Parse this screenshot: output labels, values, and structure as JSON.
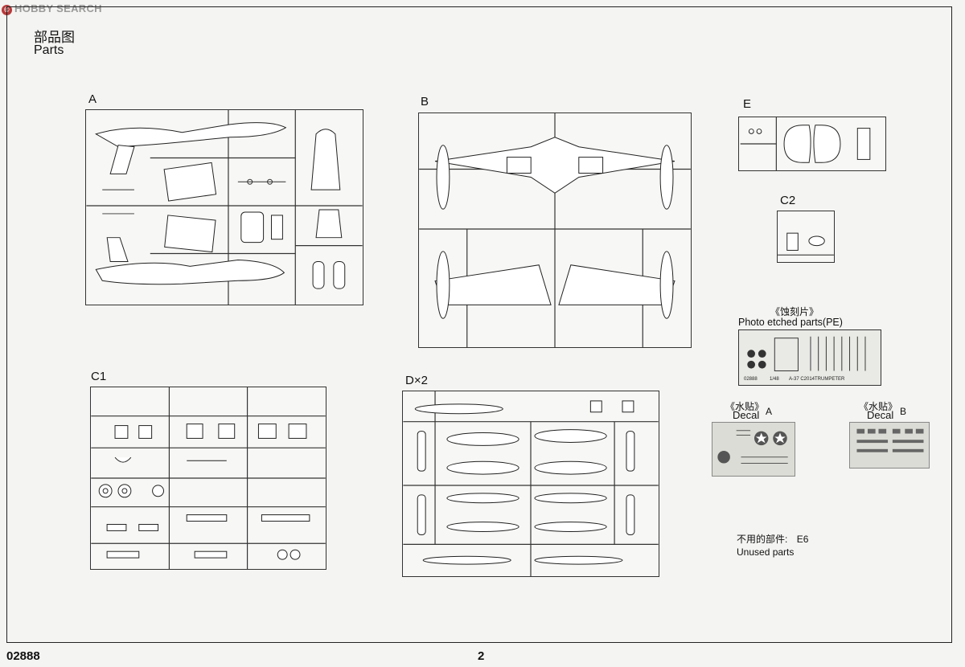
{
  "watermark": {
    "text": "HOBBY SEARCH",
    "logo": "©"
  },
  "header": {
    "title_cn": "部品图",
    "title_en": "Parts"
  },
  "sprues": {
    "a": "A",
    "b": "B",
    "c1": "C1",
    "d": "D×2",
    "e": "E",
    "c2": "C2"
  },
  "pe": {
    "label_cn": "《蚀刻片》",
    "label_en": "Photo etched parts(PE)",
    "plate_text_left": "02888",
    "plate_text_mid": "1/48",
    "plate_text_right": "A-37 C2014TRUMPETER"
  },
  "decals": {
    "a": {
      "label_cn": "《水贴》",
      "label_en": "Decal",
      "letter": "A"
    },
    "b": {
      "label_cn": "《水贴》",
      "label_en": "Decal",
      "letter": "B"
    }
  },
  "unused": {
    "label_cn": "不用的部件:",
    "code": "E6",
    "label_en": "Unused parts"
  },
  "footer": {
    "code": "02888",
    "page": "2"
  },
  "colors": {
    "line": "#333333",
    "paper": "#f4f4f2",
    "decal_gray": "#dcdcd6",
    "accent_red": "#b73a3a"
  }
}
